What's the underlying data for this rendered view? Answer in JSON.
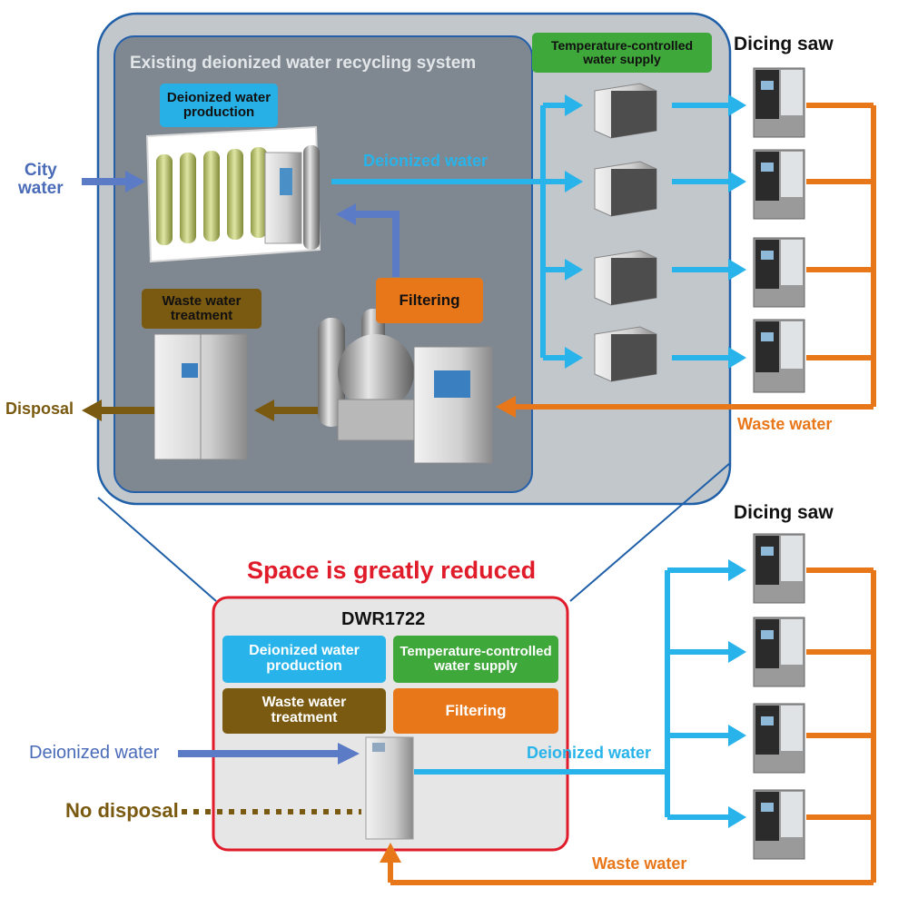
{
  "top": {
    "system_title": "Existing deionized water recycling system",
    "dw_production": "Deionized water\nproduction",
    "temp_supply": "Temperature-controlled\nwater supply",
    "dicing_saw": "Dicing saw",
    "city_water": "City\nwater",
    "deionized_water": "Deionized water",
    "waste_treatment": "Waste water\ntreatment",
    "filtering": "Filtering",
    "disposal": "Disposal",
    "waste_water": "Waste water"
  },
  "bottom": {
    "reduced": "Space is greatly reduced",
    "model": "DWR1722",
    "dw_production": "Deionized water\nproduction",
    "temp_supply": "Temperature-controlled\nwater supply",
    "waste_treatment": "Waste water\ntreatment",
    "filtering": "Filtering",
    "deionized_water_in": "Deionized water",
    "no_disposal": "No disposal",
    "deionized_water_out": "Deionized water",
    "dicing_saw": "Dicing saw",
    "waste_water": "Waste water"
  },
  "colors": {
    "blue_water": "#28b4ea",
    "city_blue": "#5b7bc6",
    "waste_orange": "#e8771a",
    "brown": "#7a5a10",
    "green": "#3fa83a",
    "red_border": "#e01b2a"
  }
}
